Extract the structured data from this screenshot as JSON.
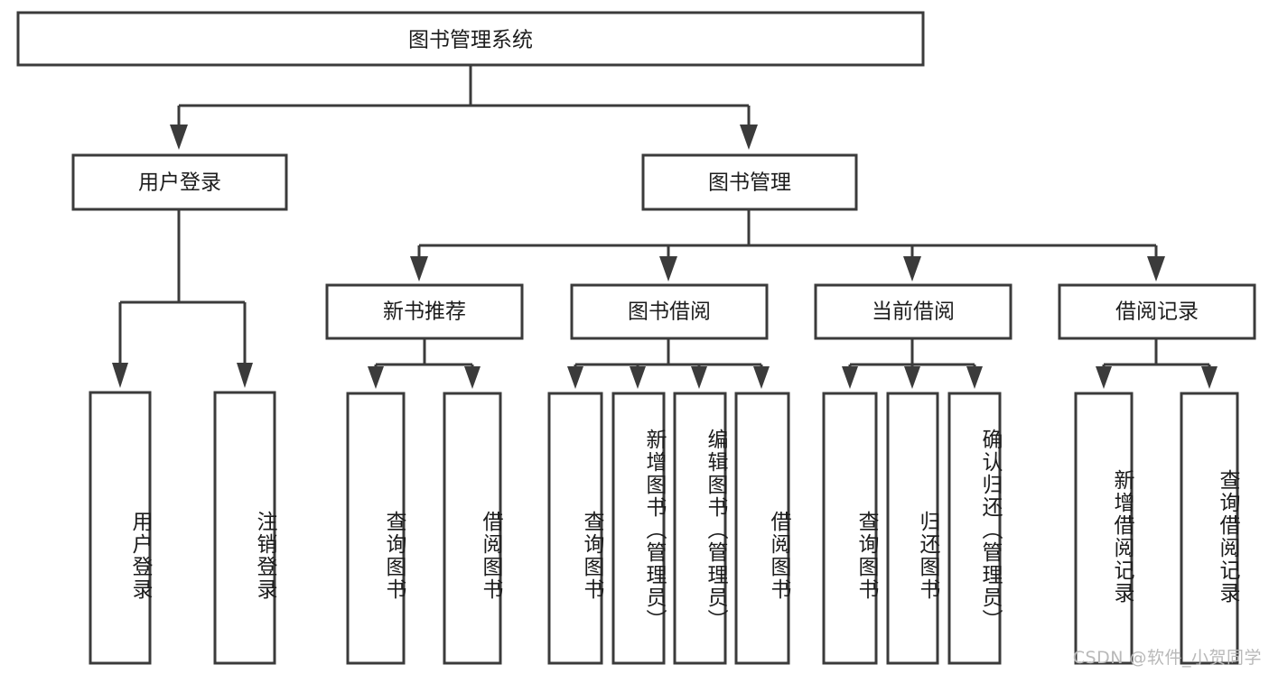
{
  "diagram": {
    "type": "tree-hierarchy-chart",
    "title": "图书管理系统",
    "orientation": "top-down",
    "colors": {
      "box_stroke": "#3b3b3b",
      "box_fill": "#ffffff",
      "connector": "#3b3b3b",
      "text": "#1c1c1c",
      "background": "#ffffff",
      "watermark": "#b9b9b9"
    },
    "root": {
      "label": "图书管理系统"
    },
    "level2": [
      {
        "label": "用户登录"
      },
      {
        "label": "图书管理"
      }
    ],
    "level3": [
      {
        "label": "新书推荐"
      },
      {
        "label": "图书借阅"
      },
      {
        "label": "当前借阅"
      },
      {
        "label": "借阅记录"
      }
    ],
    "leaves": {
      "user_login": [
        {
          "label": "用户登录"
        },
        {
          "label": "注销登录"
        }
      ],
      "new_book_recommend": [
        {
          "label": "查询图书"
        },
        {
          "label": "借阅图书"
        }
      ],
      "book_borrow": [
        {
          "label": "查询图书"
        },
        {
          "label": "新增图书（管理员）"
        },
        {
          "label": "编辑图书（管理员）"
        },
        {
          "label": "借阅图书"
        }
      ],
      "current_borrow": [
        {
          "label": "查询图书"
        },
        {
          "label": "归还图书"
        },
        {
          "label": "确认归还（管理员）"
        }
      ],
      "borrow_records": [
        {
          "label": "新增借阅记录"
        },
        {
          "label": "查询借阅记录"
        }
      ]
    },
    "watermark": "CSDN @软件_小贺同学"
  }
}
